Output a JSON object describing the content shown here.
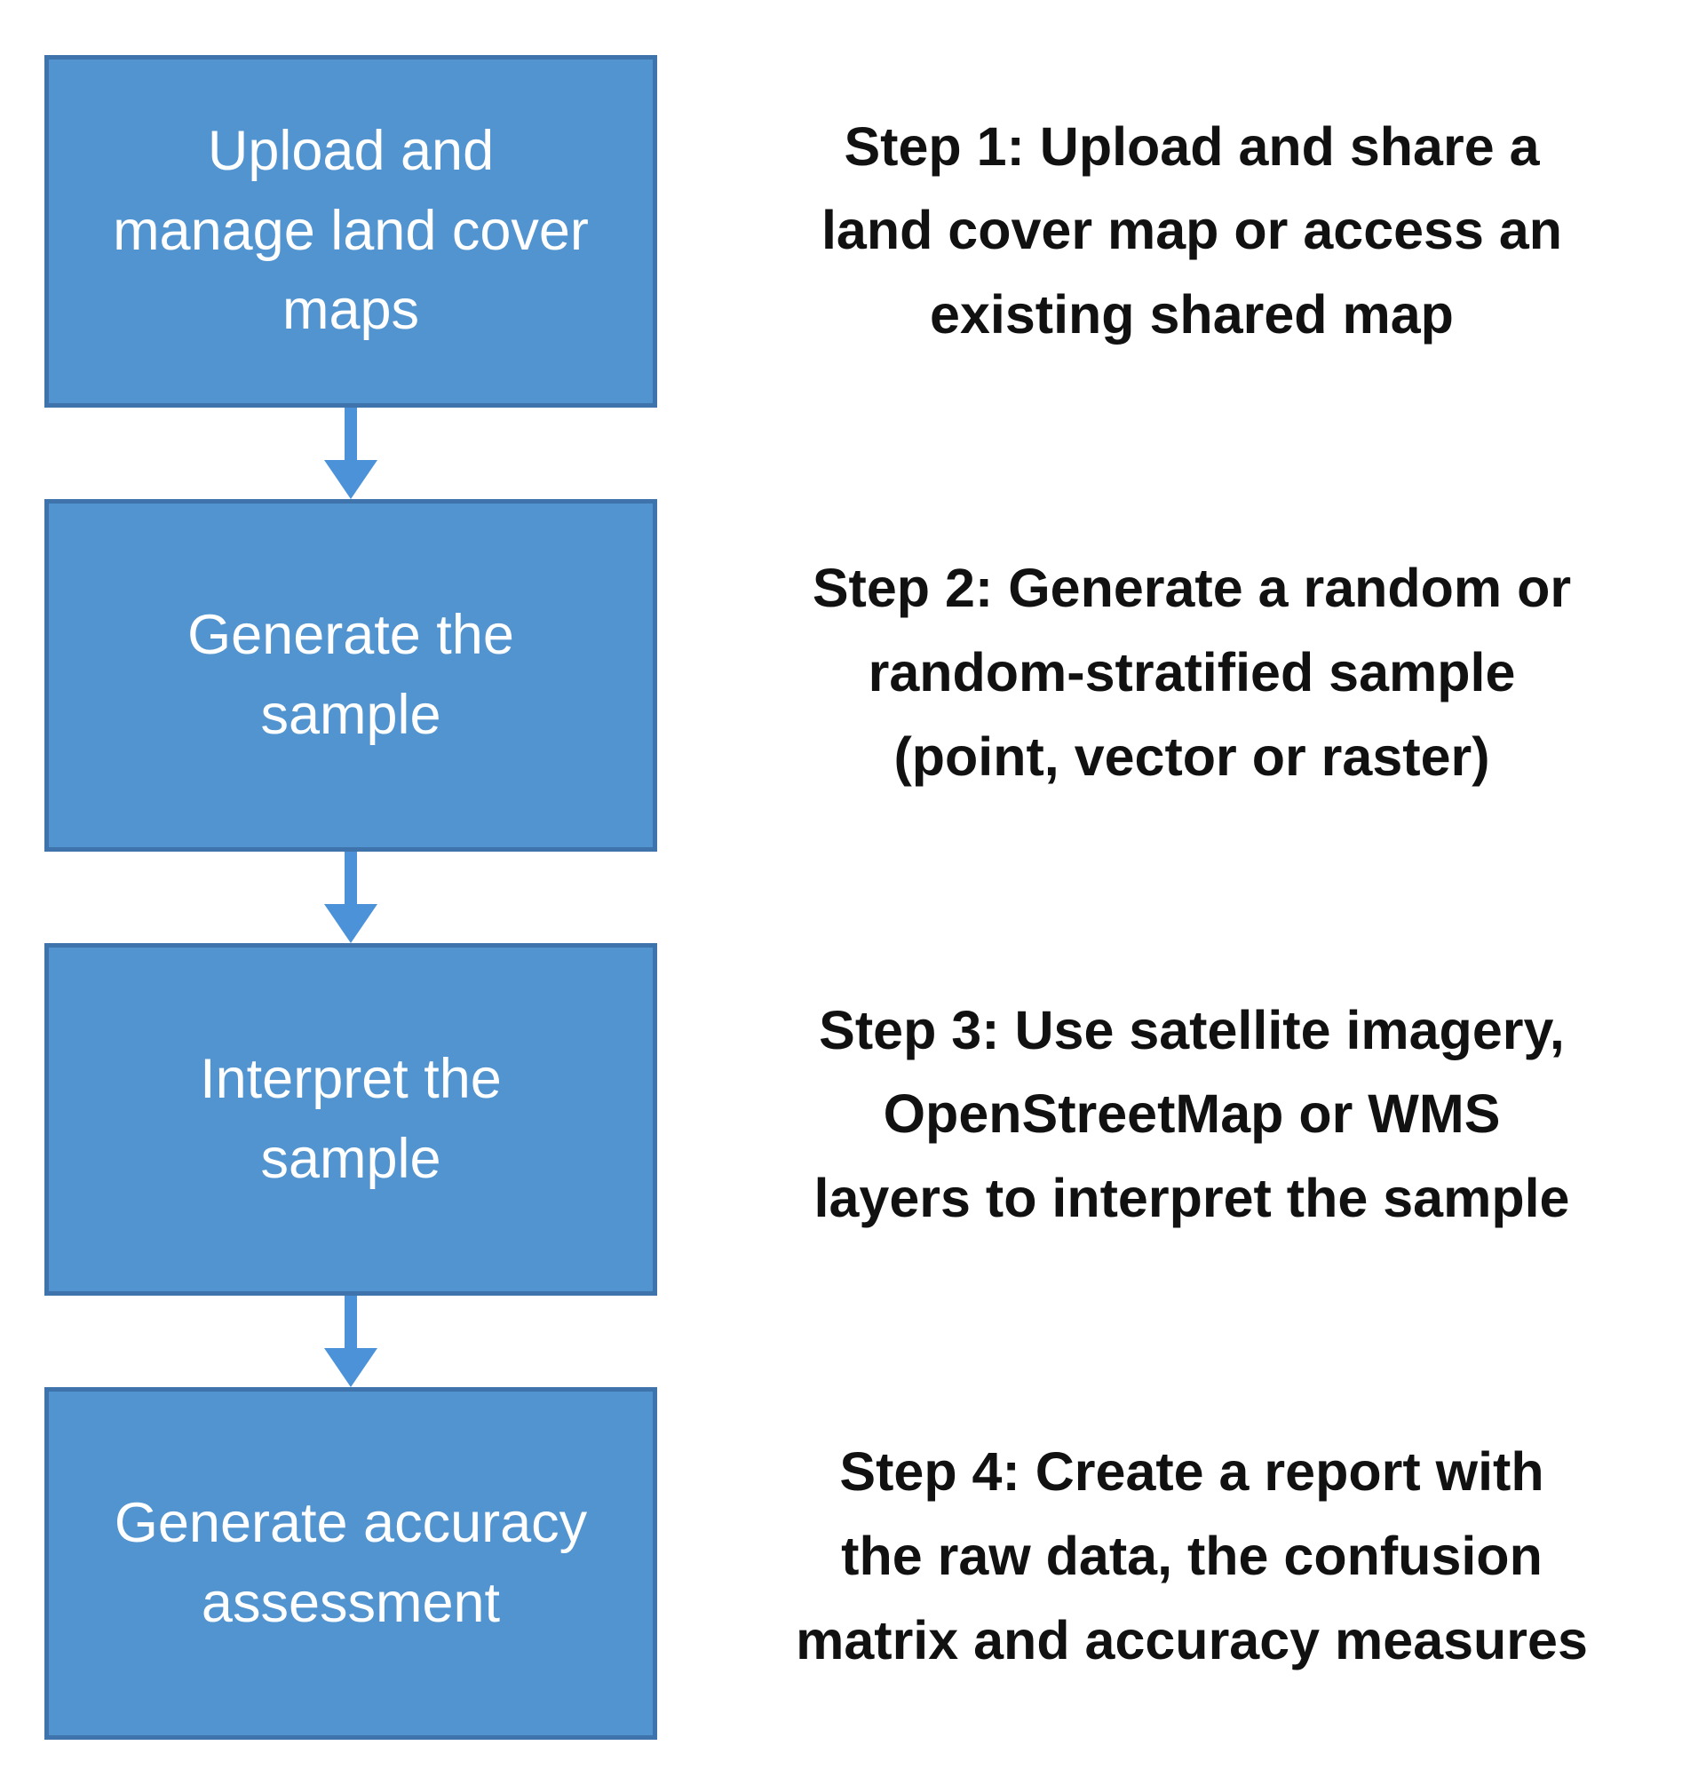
{
  "colors": {
    "box_fill": "#5294d0",
    "box_border": "#3e74ab",
    "arrow": "#4c92d9",
    "box_text": "#ffffff",
    "step_text": "#111111",
    "background": "#ffffff"
  },
  "flow": {
    "steps": [
      {
        "box_lines": [
          "Upload and",
          "manage land cover",
          "maps"
        ],
        "description_lines": [
          "Step 1: Upload and share a",
          "land cover map or access an",
          "existing shared map"
        ]
      },
      {
        "box_lines": [
          "Generate the",
          "sample"
        ],
        "description_lines": [
          "Step 2: Generate a random or",
          "random-stratified sample",
          "(point, vector or raster)"
        ]
      },
      {
        "box_lines": [
          "Interpret the",
          "sample"
        ],
        "description_lines": [
          "Step 3: Use satellite imagery,",
          "OpenStreetMap or WMS",
          "layers to interpret the sample"
        ]
      },
      {
        "box_lines": [
          "Generate accuracy",
          "assessment"
        ],
        "description_lines": [
          "Step 4: Create a report with",
          "the raw data, the confusion",
          "matrix and accuracy measures"
        ]
      }
    ]
  }
}
